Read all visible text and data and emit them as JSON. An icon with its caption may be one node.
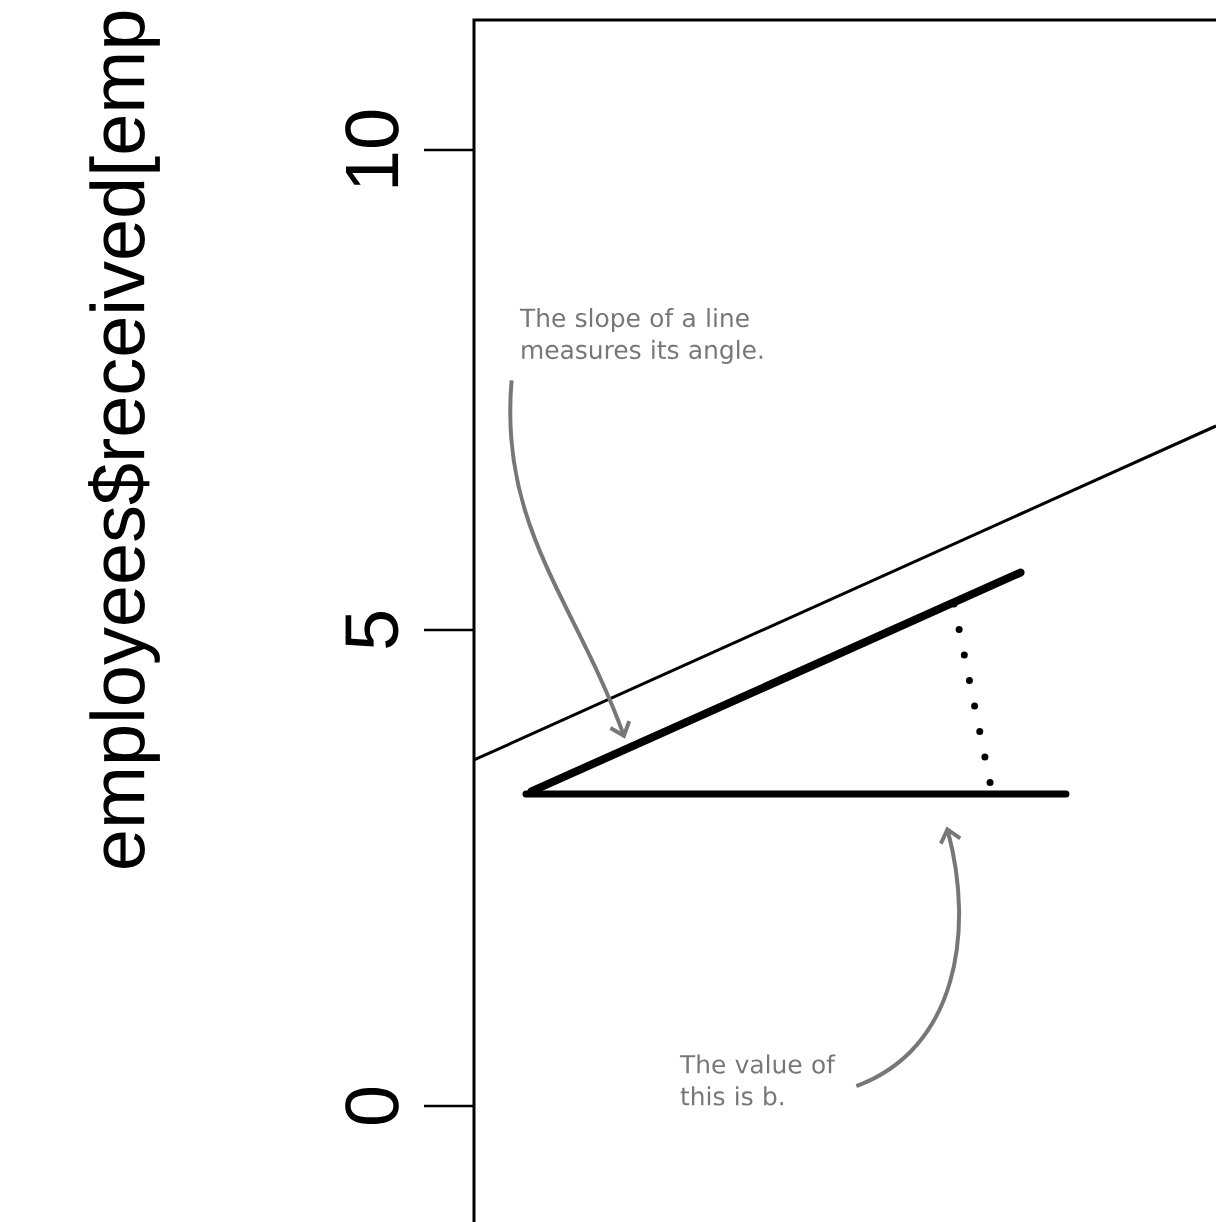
{
  "diagram": {
    "nodes": [
      {
        "text": [
          "The slope of a line measures its angle."
        ]
      },
      {
        "text": [],
        "shape": "line"
      },
      {
        "text": [
          "The value of this is b."
        ]
      },
      {
        "text": [],
        "shape": "line"
      }
    ],
    "edges": [
      {
        "from": 0,
        "to": 1,
        "arrow": "to",
        "color": "#777777"
      },
      {
        "from": 2,
        "to": 3,
        "arrow": "to",
        "color": "#777777"
      }
    ],
    "labels": [
      "employees$received[emp",
      "10",
      "5",
      "0"
    ]
  }
}
